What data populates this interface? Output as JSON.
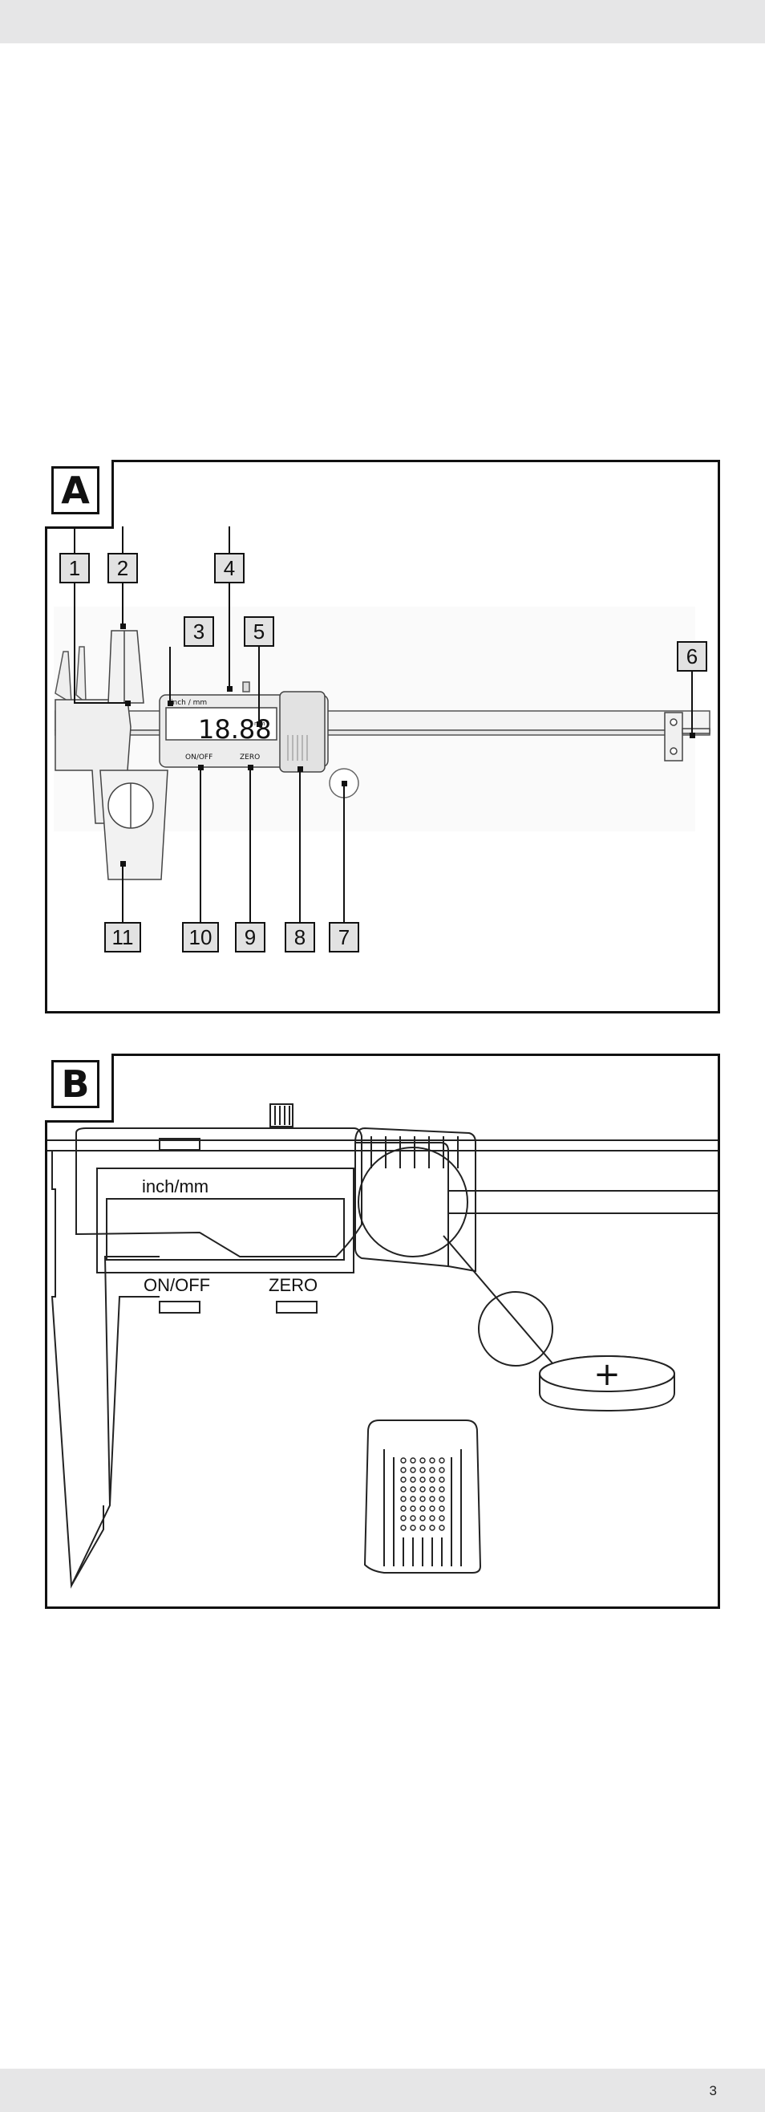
{
  "figure_a": {
    "label": "A",
    "callouts": [
      "1",
      "2",
      "3",
      "4",
      "5",
      "6",
      "7",
      "8",
      "9",
      "10",
      "11"
    ],
    "display": {
      "unit_label": "inch / mm",
      "reading": "18.88",
      "unit": "mm",
      "on_off": "ON/OFF",
      "zero": "ZERO"
    }
  },
  "figure_b": {
    "label": "B",
    "unit_label": "inch/mm",
    "on_off": "ON/OFF",
    "zero": "ZERO",
    "battery_symbol": "+"
  },
  "footer": {
    "page_number": "3"
  }
}
